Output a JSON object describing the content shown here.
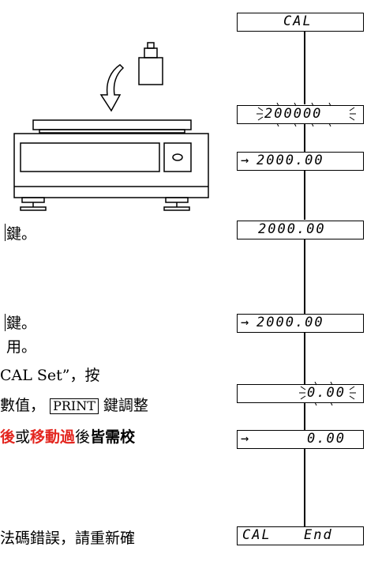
{
  "text_lines": {
    "line1": "鍵。",
    "line2": "鍵。",
    "line3": "用。",
    "line4": "CAL Set”，按",
    "line5_pre": "數值，",
    "line5_key": "PRINT",
    "line5_post": "鍵調整",
    "line6_red1": "後",
    "line6_mid": "或",
    "line6_red2": "移動過",
    "line6_mid2": "後",
    "line6_bold": "皆需校",
    "line7": "法碼錯誤，請重新確"
  },
  "display_panel": {
    "d1": "CAL",
    "d2": "200000",
    "d3_arrow": "→",
    "d3_val": "2000.00",
    "d4": "2000.00",
    "d5_arrow": "→",
    "d5_val": "2000.00",
    "d6": "0.00",
    "d7_arrow": "→",
    "d7_val": "0.00",
    "d8_a": "CAL",
    "d8_b": "End"
  },
  "colors": {
    "accent_red": "#e3261f"
  }
}
